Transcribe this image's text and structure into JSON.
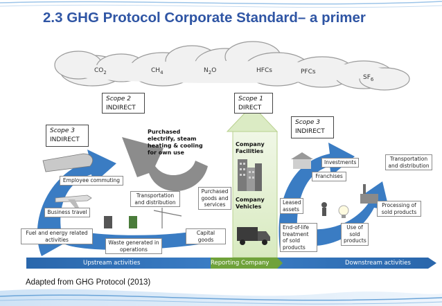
{
  "title": "2.3 GHG Protocol Corporate Standard– a primer",
  "gases": {
    "co2": {
      "base": "CO",
      "sub": "2"
    },
    "ch4": {
      "base": "CH",
      "sub": "4"
    },
    "n2o": {
      "base": "N",
      "sub": "2",
      "tail": "O"
    },
    "hfcs": "HFCs",
    "pfcs": "PFCs",
    "sf6": {
      "base": "SF",
      "sub": "6"
    }
  },
  "scopes": {
    "scope2": {
      "name": "Scope 2",
      "type": "INDIRECT"
    },
    "scope1": {
      "name": "Scope 1",
      "type": "DIRECT"
    },
    "scope3_left": {
      "name": "Scope 3",
      "type": "INDIRECT"
    },
    "scope3_right": {
      "name": "Scope 3",
      "type": "INDIRECT"
    }
  },
  "scope2_activity": "Purchased electrify, steam heating & cooling for own use",
  "company": {
    "facilities": "Company Facilities",
    "vehicles": "Company Vehicles"
  },
  "upstream": {
    "employee_commuting": "Employee commuting",
    "business_travel": "Business travel",
    "transportation": "Transportation and distribution",
    "purchased_goods": "Purchased goods and services",
    "fuel_energy": "Fuel and energy related activities",
    "waste": "Waste generated in operations",
    "capital_goods": "Capital goods"
  },
  "downstream": {
    "investments": "Investments",
    "franchises": "Franchises",
    "transportation": "Transportation and distribution",
    "leased_assets": "Leased assets",
    "processing": "Processing of sold products",
    "end_of_life": "End-of-life treatment of sold products",
    "use_of_sold": "Use of sold products"
  },
  "activity_bar": {
    "upstream": "Upstream activities",
    "reporting": "Reporting Company",
    "downstream": "Downstream activities"
  },
  "caption": "Adapted from GHG Protocol (2013)",
  "colors": {
    "title": "#2f55a4",
    "arrow_blue": "#3a7cc3",
    "arrow_gray": "#8c8c8c",
    "green_panel": "#e3efd0",
    "bar": "#2f6fb3"
  }
}
